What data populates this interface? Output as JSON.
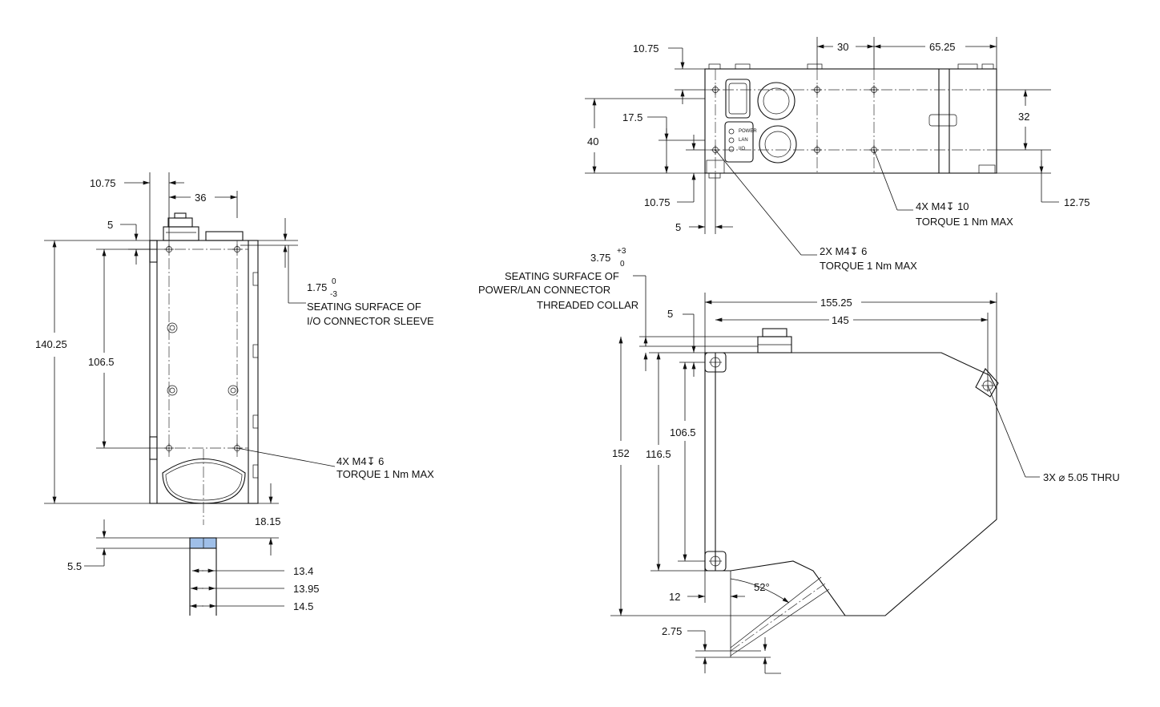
{
  "front_view": {
    "dims": {
      "w_10_75": "10.75",
      "w_36": "36",
      "h_5": "5",
      "h_140_25": "140.25",
      "h_106_5": "106.5",
      "h_18_15": "18.15"
    },
    "tol_main": "1.75",
    "tol_upper": "0",
    "tol_lower": "-3",
    "note_sleeve_line1": "SEATING SURFACE OF",
    "note_sleeve_line2": "I/O CONNECTOR SLEEVE",
    "thread_line1": "4X M4↧ 6",
    "thread_line2": "TORQUE 1 Nm MAX"
  },
  "bottom_detail": {
    "dims": {
      "h_5_5": "5.5",
      "w_13_4": "13.4",
      "w_13_95": "13.95",
      "w_14_5": "14.5"
    }
  },
  "top_view": {
    "dims": {
      "v_10_75_top": "10.75",
      "h_30": "30",
      "h_65_25": "65.25",
      "v_17_5": "17.5",
      "v_40": "40",
      "v_32": "32",
      "v_10_75_bot": "10.75",
      "h_5": "5",
      "v_12_75": "12.75"
    },
    "thread_a_line1": "4X M4↧ 10",
    "thread_a_line2": "TORQUE 1 Nm MAX",
    "thread_b_line1": "2X M4↧ 6",
    "thread_b_line2": "TORQUE 1 Nm MAX",
    "connector_labels": [
      "POWER",
      "LAN",
      "I/O"
    ]
  },
  "side_view": {
    "tol_main": "3.75",
    "tol_upper": "+3",
    "tol_lower": "0",
    "note_line1": "SEATING SURFACE OF",
    "note_line2": "POWER/LAN CONNECTOR",
    "note_line3": "THREADED COLLAR",
    "dims": {
      "h_5": "5",
      "w_155_25": "155.25",
      "w_145": "145",
      "v_152": "152",
      "v_116_5": "116.5",
      "v_106_5": "106.5",
      "w_12": "12",
      "a_52": "52°",
      "v_2_75": "2.75"
    },
    "hole_note": "3X  ⌀ 5.05 THRU"
  }
}
